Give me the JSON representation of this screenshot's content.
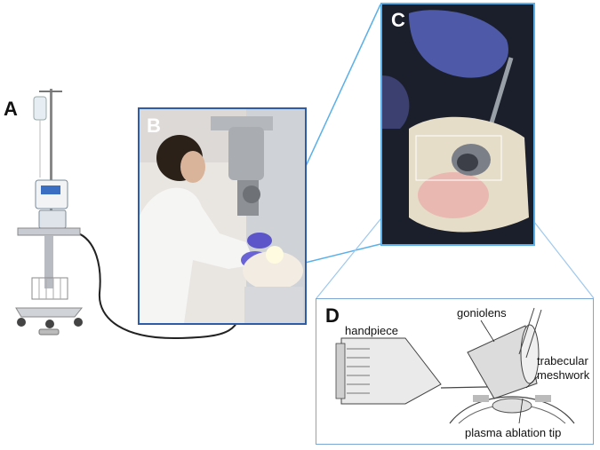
{
  "panels": {
    "a": "A",
    "b": "B",
    "c": "C",
    "d": "D"
  },
  "diagram_labels": {
    "handpiece": "handpiece",
    "goniolens": "goniolens",
    "trabecular": "trabecular",
    "meshwork": "meshwork",
    "plasma_tip": "plasma ablation tip"
  },
  "colors": {
    "frame_b": "#2d5da8",
    "frame_c": "#5ab0ea",
    "connector": "#5ab0ea",
    "cable": "#222222"
  }
}
